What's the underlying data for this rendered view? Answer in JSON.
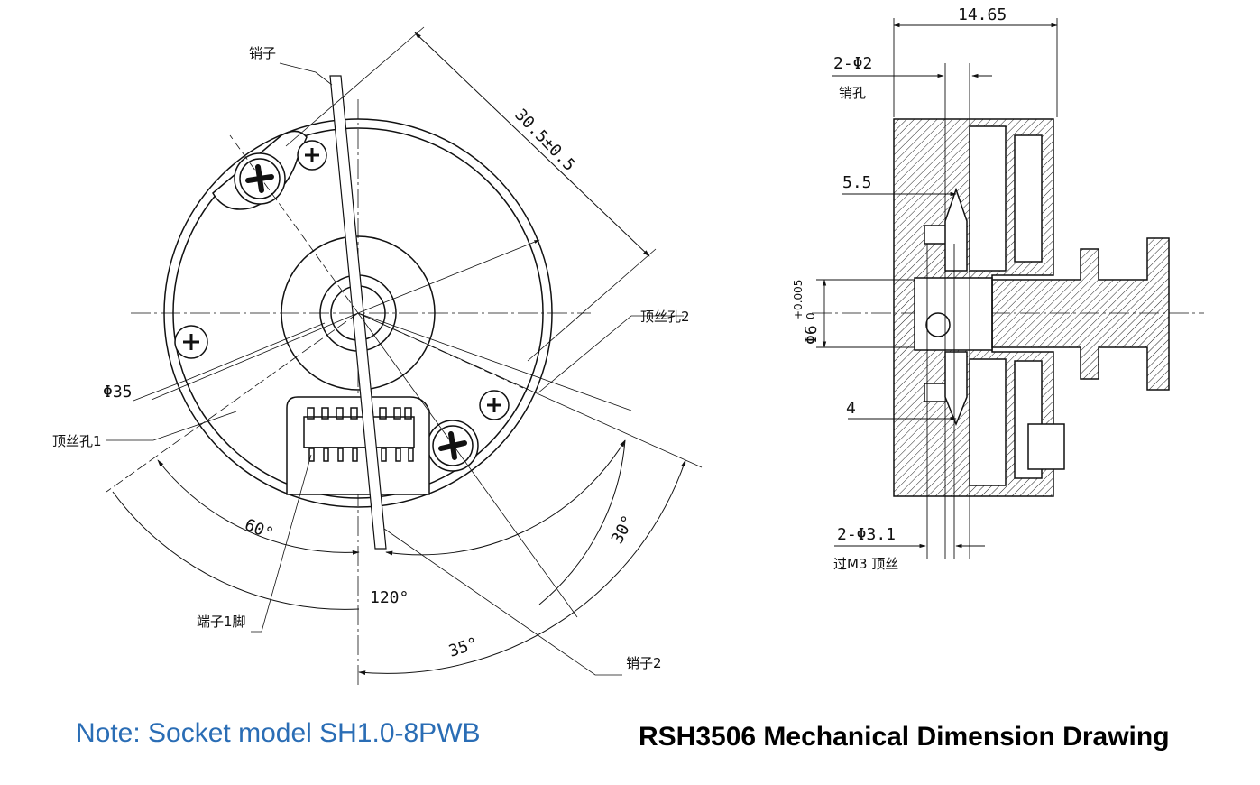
{
  "front_view": {
    "labels": {
      "pin": "销子",
      "setscrew_hole_2": "顶丝孔2",
      "diameter": "Φ35",
      "setscrew_hole_1": "顶丝孔1",
      "terminal_pin1": "端子1脚",
      "pin2": "销子2"
    },
    "dimensions": {
      "length": "30.5±0.5",
      "angle_60": "60°",
      "angle_30": "30°",
      "angle_120": "120°",
      "angle_35": "35°"
    }
  },
  "side_view": {
    "dimensions": {
      "width": "14.65",
      "pin_hole_count": "2-Φ2",
      "depth_a": "5.5",
      "bore": "Φ6",
      "bore_tol_upper": "+0.005",
      "bore_tol_lower": "0",
      "depth_b": "4",
      "screw_hole_count": "2-Φ3.1"
    },
    "labels": {
      "pin_hole": "销孔",
      "through_m3": "过M3 顶丝"
    }
  },
  "footer": {
    "note": "Note: Socket model SH1.0-8PWB",
    "title": "RSH3506 Mechanical Dimension Drawing"
  }
}
